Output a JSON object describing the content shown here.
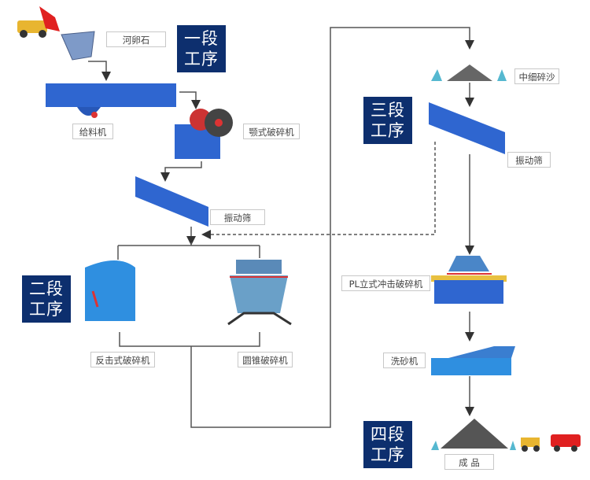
{
  "stages": [
    "一段\n工序",
    "二段\n工序",
    "三段\n工序",
    "四段\n工序"
  ],
  "stage_lines": [
    [
      "一段",
      "工序"
    ],
    [
      "二段",
      "工序"
    ],
    [
      "三段",
      "工序"
    ],
    [
      "四段",
      "工序"
    ]
  ],
  "labels": {
    "pebble": "河卵石",
    "feeder": "给料机",
    "jaw_crusher": "颚式破碎机",
    "screen1": "振动筛",
    "impact_crusher": "反击式破碎机",
    "cone_crusher": "圆锥破碎机",
    "fine_sand": "中细碎沙",
    "screen2": "振动筛",
    "vsi_crusher": "PL立式冲击破碎机",
    "sand_washer": "洗砂机",
    "product": "成 品"
  },
  "colors": {
    "stage_box": "#0d2f6e",
    "machine": "#2f66d0",
    "line": "#555555"
  }
}
